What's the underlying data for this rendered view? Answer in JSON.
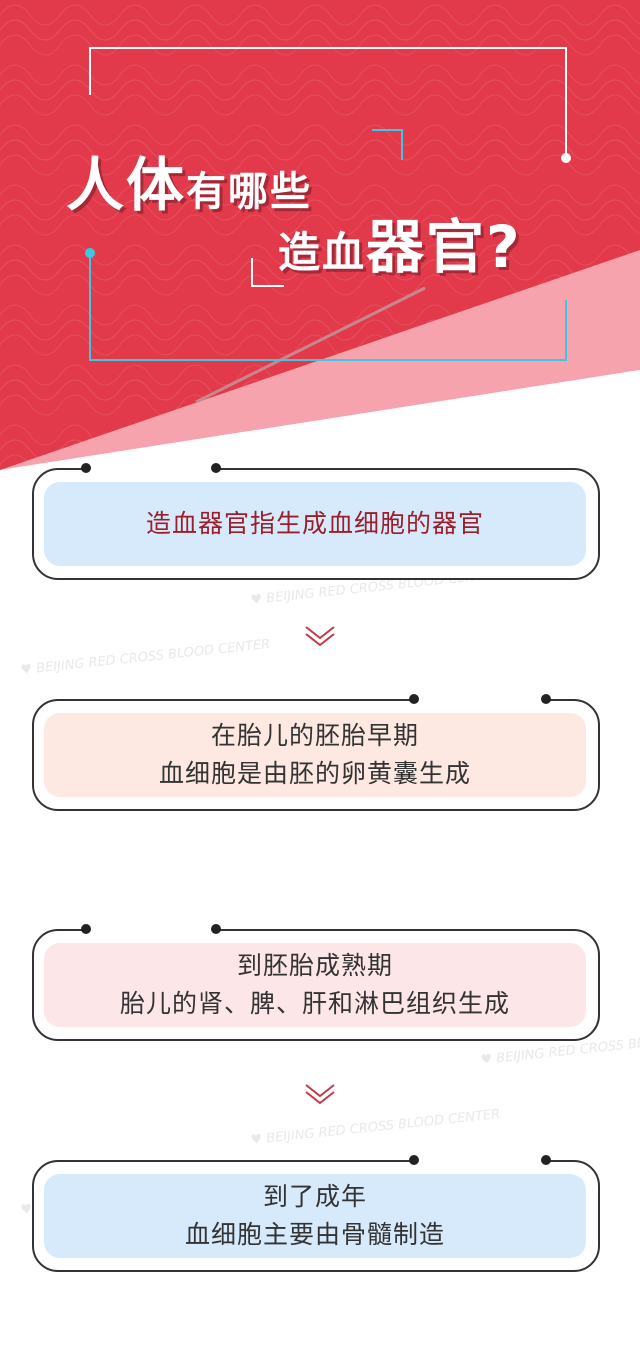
{
  "header": {
    "title_line1_big": "人体",
    "title_line1_small": "有哪些",
    "title_line2_part1": "造血",
    "title_line2_part2": "器官",
    "title_q": "?"
  },
  "cards": [
    {
      "lines": [
        "造血器官指生成血细胞的器官"
      ]
    },
    {
      "lines": [
        "在胎儿的胚胎早期",
        "血细胞是由胚的卵黄囊生成"
      ]
    },
    {
      "lines": [
        "到胚胎成熟期",
        "胎儿的肾、脾、肝和淋巴组织生成"
      ]
    },
    {
      "lines": [
        "到了成年",
        "血细胞主要由骨髓制造"
      ]
    }
  ],
  "colors": {
    "header_red": "#e23a4b",
    "header_pink": "#f6a3ae",
    "accent_teal": "#3fc6e5",
    "card1_fill": "#d6eafc",
    "card2_fill": "#fde9e1",
    "card3_fill": "#fde6e8",
    "card4_fill": "#d6eafc",
    "card1_text": "#9a1f2a",
    "chevron": "#c43a4a"
  },
  "icons": [
    "chevron-down-icon",
    "watermark-heart-logo"
  ]
}
